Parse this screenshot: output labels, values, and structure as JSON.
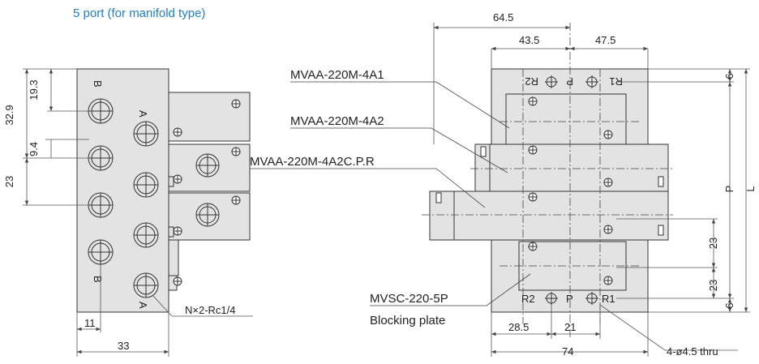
{
  "colors": {
    "title": "#1e7fc4",
    "body_fill": "#e3e3e3",
    "line": "#333333",
    "dim": "#555555"
  },
  "title": "5 port (for manifold type)",
  "left_view": {
    "dim_left": [
      "32.9",
      "19.3",
      "9.4",
      "23"
    ],
    "dim_bottom": [
      "11",
      "33"
    ],
    "port_labels": [
      "B",
      "A",
      "B",
      "A"
    ],
    "callout": "N×2-Rc1/4"
  },
  "right_view": {
    "dim_top": [
      "64.5",
      "43.5",
      "47.5"
    ],
    "dim_right": [
      "6",
      "23",
      "23",
      "6",
      "P",
      "L"
    ],
    "dim_bottom": [
      "28.5",
      "21",
      "74"
    ],
    "port_top": [
      "R2",
      "P",
      "R1"
    ],
    "port_bottom": [
      "R2",
      "P",
      "R1"
    ],
    "callouts": {
      "a1": "MVAA-220M-4A1",
      "a2": "MVAA-220M-4A2",
      "a2c": "MVAA-220M-4A2C.P.R",
      "sc": "MVSC-220-5P",
      "blocking": "Blocking plate",
      "thru": "4-ø4.5 thru"
    }
  }
}
